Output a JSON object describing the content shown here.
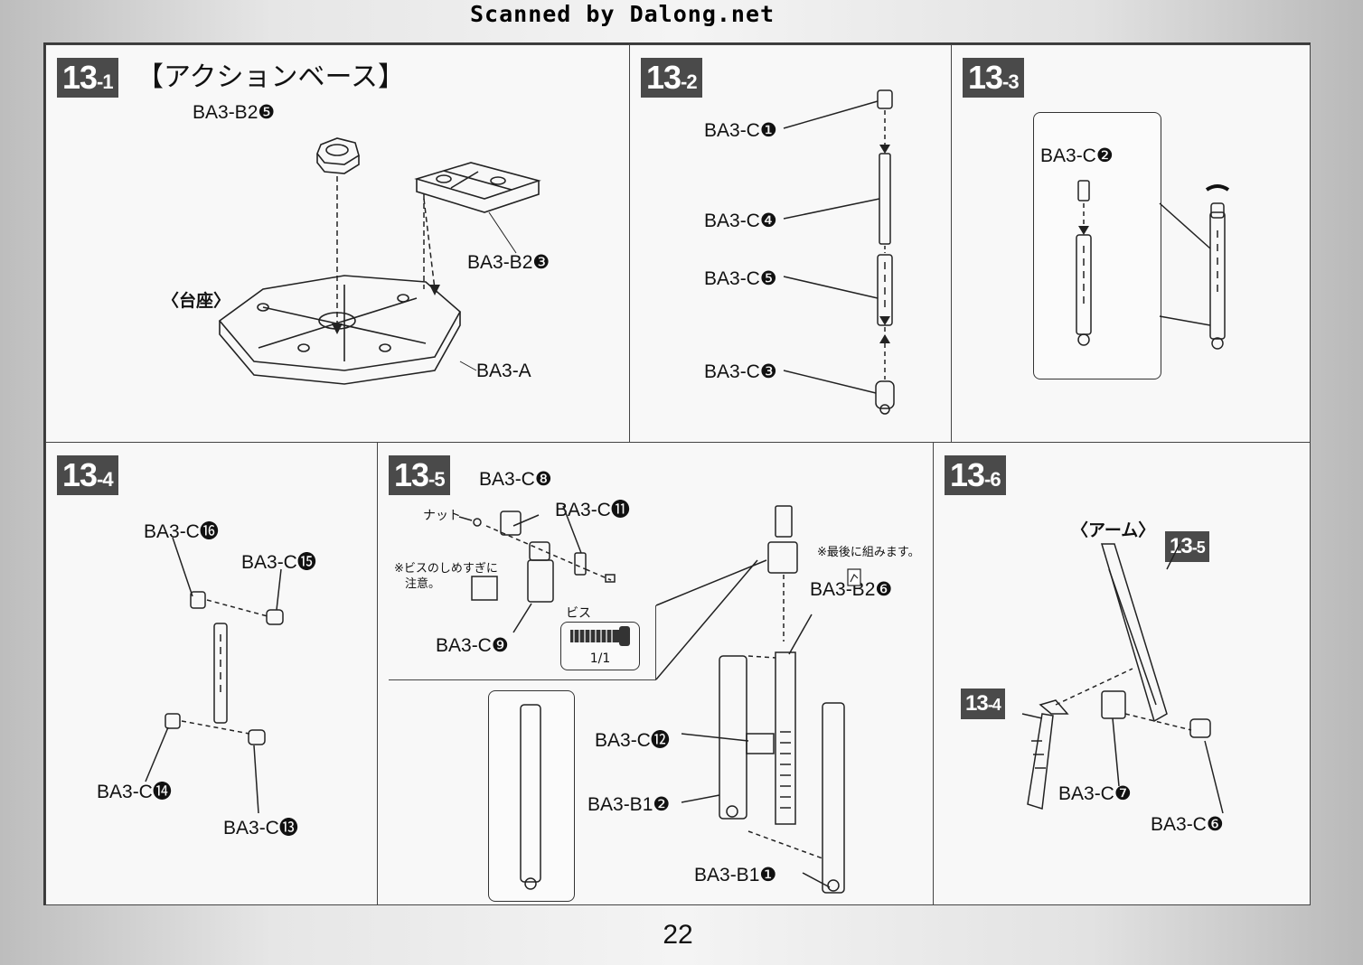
{
  "watermark": "Scanned by Dalong.net",
  "page_number": "22",
  "steps": {
    "s1": {
      "num": "13",
      "sub": "-1",
      "title": "【アクションベース】",
      "section_label": "〈台座〉",
      "parts": [
        "BA3-B2❺",
        "BA3-B2❸",
        "BA3-A"
      ]
    },
    "s2": {
      "num": "13",
      "sub": "-2",
      "parts": [
        "BA3-C❶",
        "BA3-C❹",
        "BA3-C❺",
        "BA3-C❸"
      ]
    },
    "s3": {
      "num": "13",
      "sub": "-3",
      "parts": [
        "BA3-C❷"
      ]
    },
    "s4": {
      "num": "13",
      "sub": "-4",
      "parts": [
        "BA3-C⓰",
        "BA3-C⓯",
        "BA3-C⓮",
        "BA3-C⓭"
      ]
    },
    "s5": {
      "num": "13",
      "sub": "-5",
      "parts": [
        "BA3-C❽",
        "BA3-C⓫",
        "BA3-C❾",
        "BA3-B2❻",
        "BA3-C⓬",
        "BA3-B1❷",
        "BA3-B1❶"
      ],
      "nut_label": "ナット",
      "caution": [
        "※ビスのしめすぎに",
        "注意。"
      ],
      "screw_label": "ビス",
      "screw_count": "1/1",
      "assemble_last": "※最後に組みます。"
    },
    "s6": {
      "num": "13",
      "sub": "-6",
      "section_label": "〈アーム〉",
      "ref_a_num": "13",
      "ref_a_sub": "-5",
      "ref_b_num": "13",
      "ref_b_sub": "-4",
      "parts": [
        "BA3-C❼",
        "BA3-C❻"
      ]
    }
  }
}
